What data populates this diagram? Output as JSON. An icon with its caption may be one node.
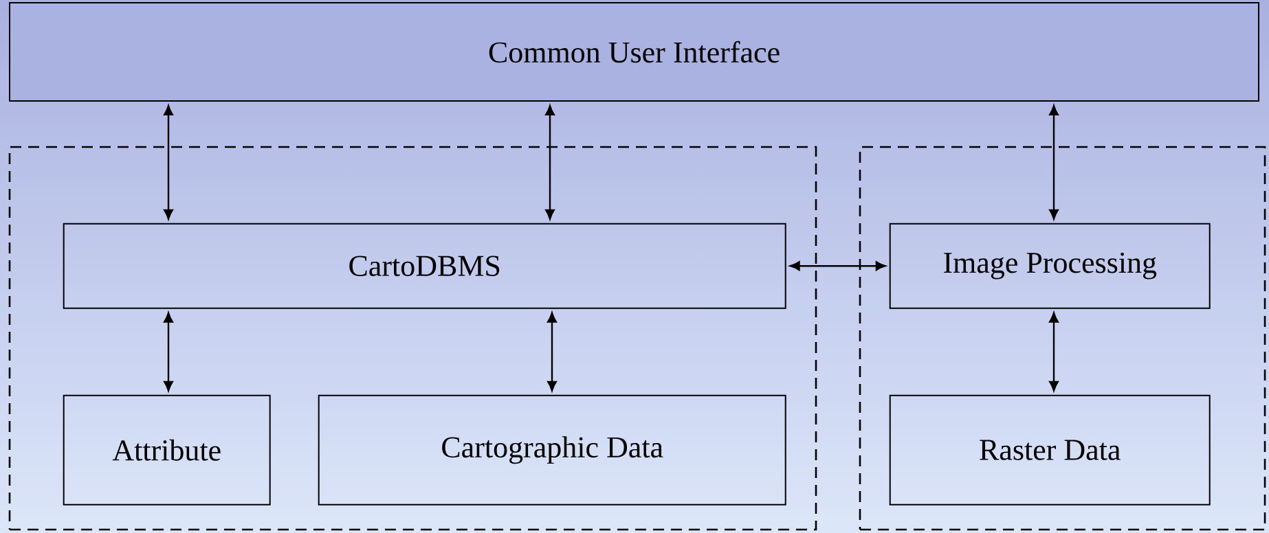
{
  "diagram": {
    "nodes": [
      {
        "text": [
          "Common User Interface"
        ]
      },
      {
        "text": [],
        "shape": "box"
      },
      {
        "text": [
          "CartoDBMS"
        ],
        "in": 1
      },
      {
        "text": [
          "Attribute"
        ],
        "in": 1
      },
      {
        "text": [
          "Cartographic Data"
        ],
        "in": 1
      },
      {
        "text": [],
        "shape": "box"
      },
      {
        "text": [
          "Image Processing"
        ],
        "in": 5
      },
      {
        "text": [
          "Raster Data"
        ],
        "in": 5
      }
    ],
    "edges": [
      {
        "from": 0,
        "to": 2,
        "arrow": "both"
      },
      {
        "from": 0,
        "to": 2,
        "arrow": "both"
      },
      {
        "from": 0,
        "to": 6,
        "arrow": "both"
      },
      {
        "from": 2,
        "to": 6,
        "arrow": "both"
      },
      {
        "from": 3,
        "to": 2,
        "arrow": "both"
      },
      {
        "from": 4,
        "to": 2,
        "arrow": "both"
      },
      {
        "from": 6,
        "to": 7,
        "arrow": "both"
      }
    ]
  }
}
